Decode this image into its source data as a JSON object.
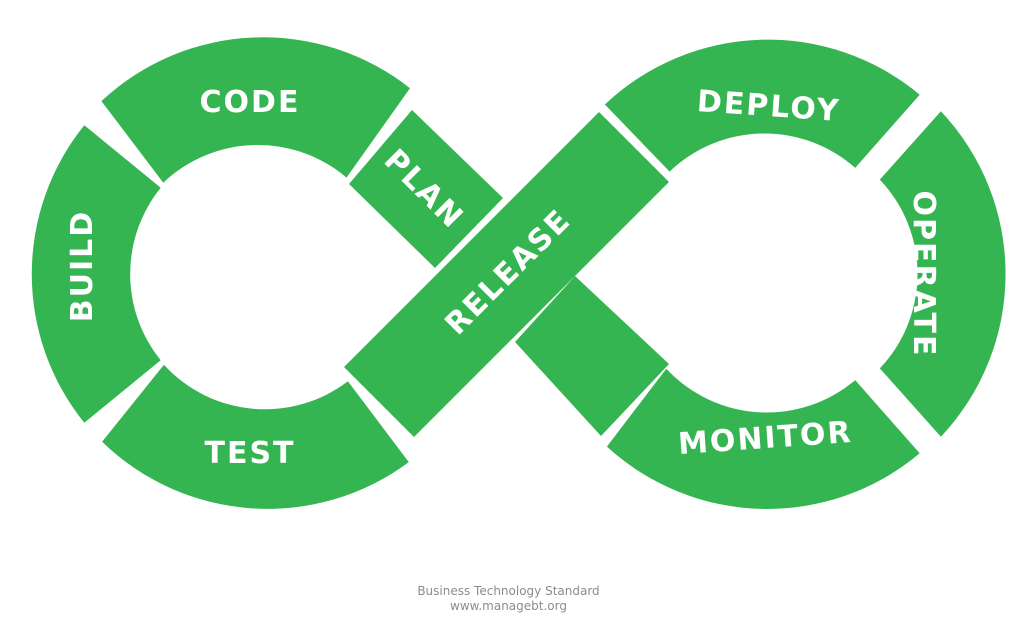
{
  "diagram": {
    "stages": {
      "code": "CODE",
      "plan": "PLAN",
      "build": "BUILD",
      "test": "TEST",
      "release": "RELEASE",
      "deploy": "DEPLOY",
      "operate": "OPERATE",
      "monitor": "MONITOR"
    },
    "color": "#35b552"
  },
  "footer": {
    "line1": "Business Technology Standard",
    "line2": "www.managebt.org"
  }
}
